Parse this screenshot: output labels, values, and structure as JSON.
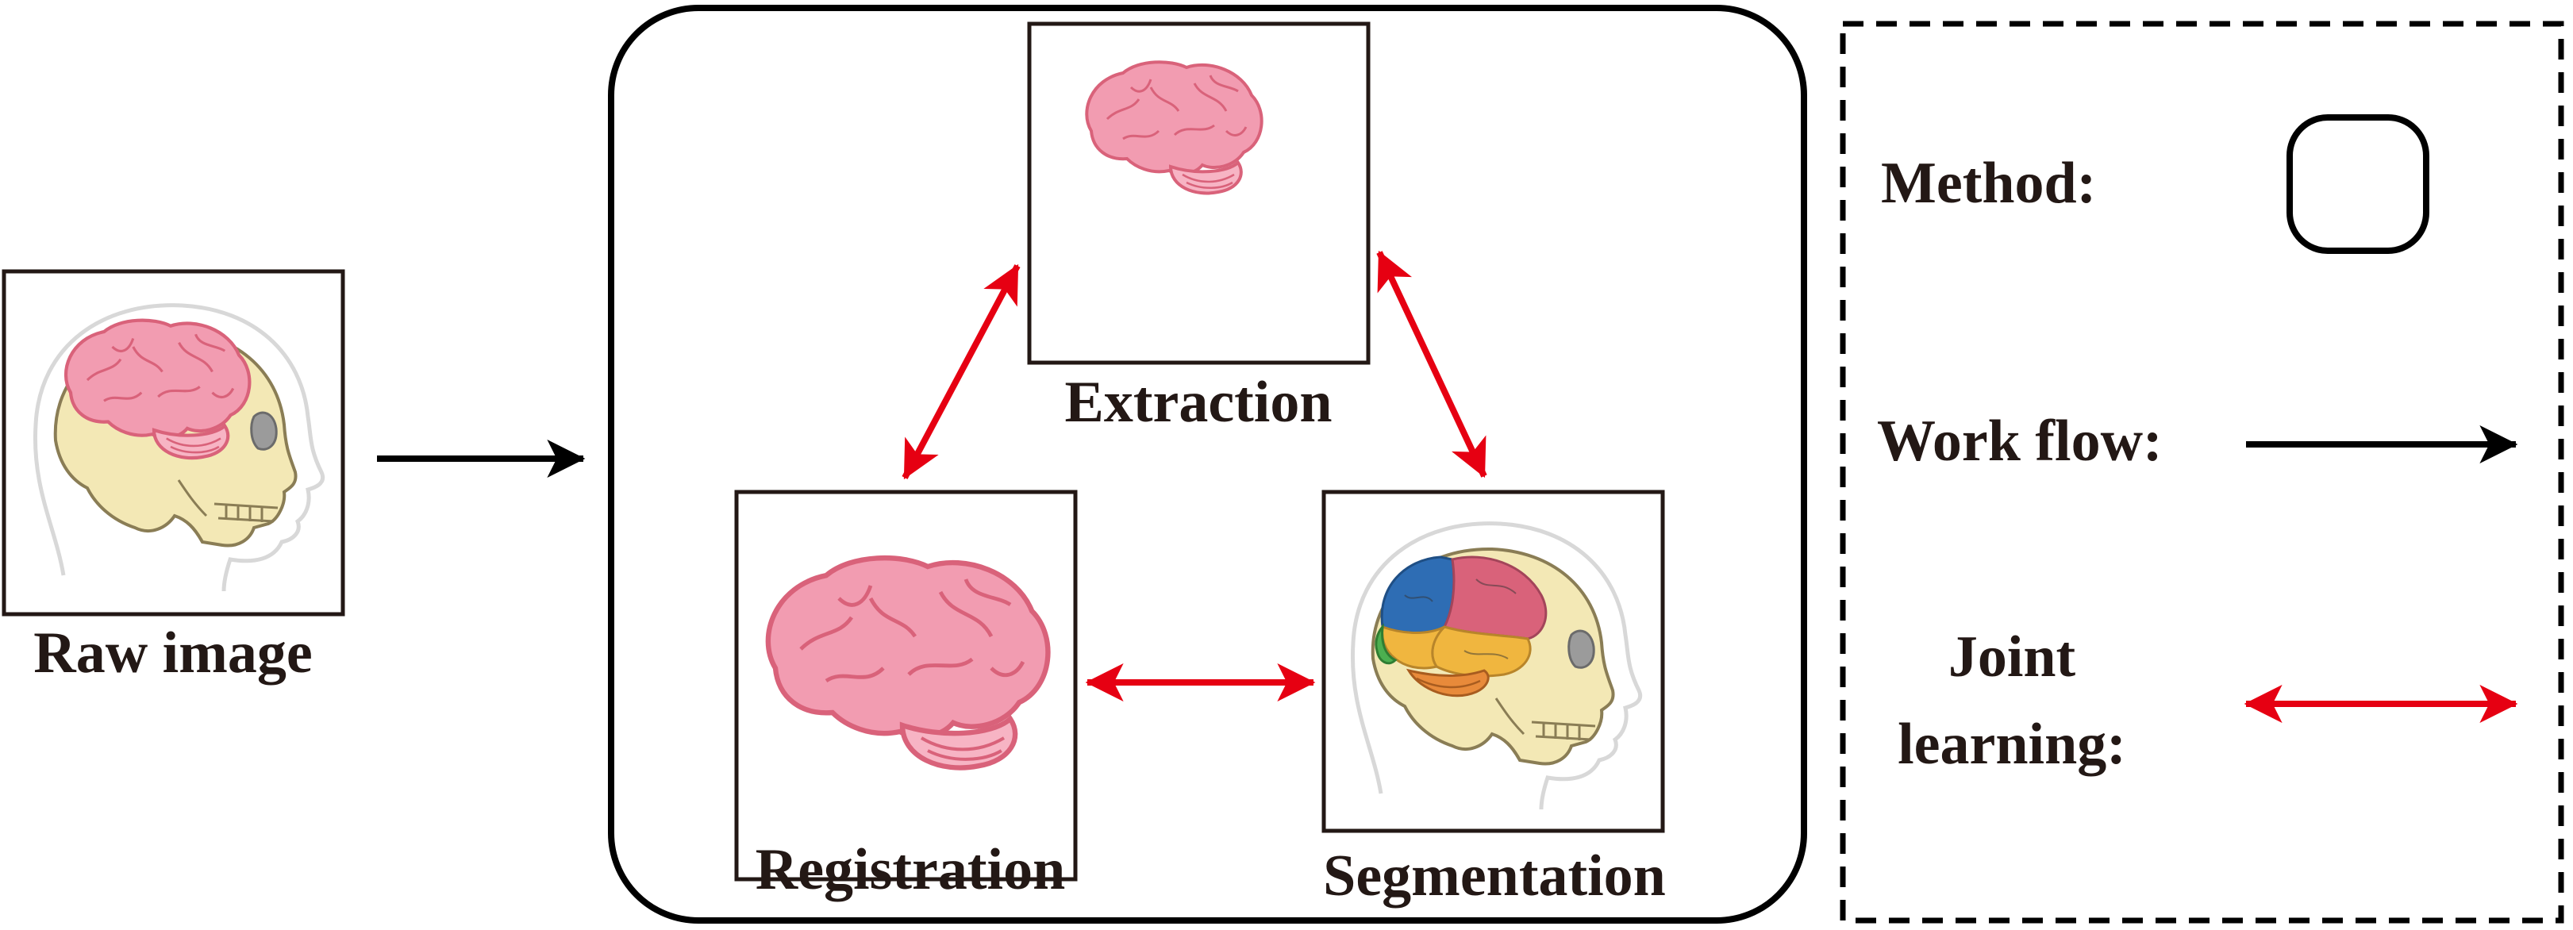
{
  "labels": {
    "raw_image": "Raw image",
    "extraction": "Extraction",
    "registration": "Registration",
    "segmentation": "Segmentation"
  },
  "legend": {
    "method": "Method:",
    "work_flow": "Work flow:",
    "joint_line1": "Joint",
    "joint_line2": "learning:"
  },
  "colors": {
    "work_flow_arrow": "#000000",
    "joint_learning_arrow": "#e60012",
    "brain": "#f29cb1",
    "skull": "#f3e8b5",
    "label_text": "#231815",
    "segment_blue": "#2e6db4",
    "segment_red": "#d9627a",
    "segment_yellow": "#f0b63f",
    "segment_green": "#4caf50",
    "segment_orange": "#e88a3a"
  },
  "icons": {
    "raw_image": "head-with-brain-icon",
    "extraction": "brain-icon",
    "registration": "brain-icon",
    "segmentation": "segmented-head-icon"
  }
}
